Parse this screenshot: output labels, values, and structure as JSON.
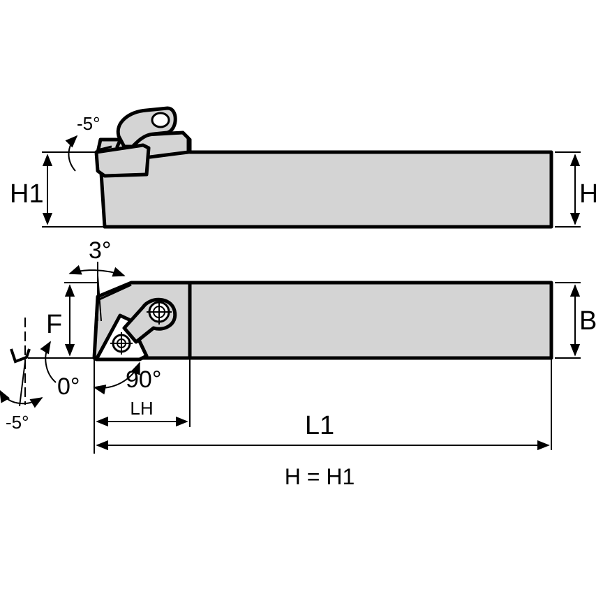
{
  "colors": {
    "body_fill": "#d4d4d4",
    "line": "#000000",
    "background": "#ffffff"
  },
  "labels": {
    "angle_top": "-5°",
    "h1": "H1",
    "h": "H",
    "angle_3": "3°",
    "f": "F",
    "b": "B",
    "angle_0": "0°",
    "angle_90": "90°",
    "angle_bottom": "-5°",
    "lh": "LH",
    "l1": "L1",
    "note": "H = H1"
  }
}
